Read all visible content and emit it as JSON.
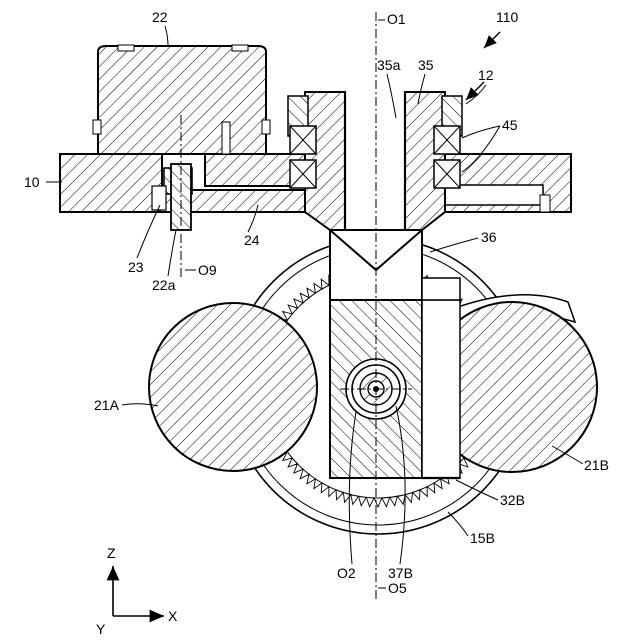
{
  "labels": {
    "l_22": "22",
    "l_o1": "O1",
    "l_110": "110",
    "l_35a": "35a",
    "l_35": "35",
    "l_12": "12",
    "l_45": "45",
    "l_10": "10",
    "l_36": "36",
    "l_23": "23",
    "l_24": "24",
    "l_22a": "22a",
    "l_o9": "O9",
    "l_21a": "21A",
    "l_21b": "21B",
    "l_32b": "32B",
    "l_15b": "15B",
    "l_o2": "O2",
    "l_37b": "37B",
    "l_o5": "O5",
    "l_z": "Z",
    "l_x": "X",
    "l_y": "Y"
  }
}
